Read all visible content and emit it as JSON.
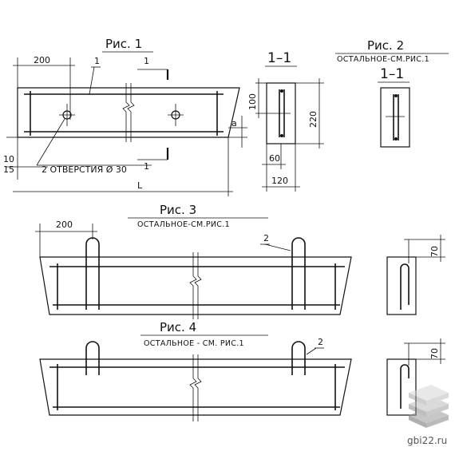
{
  "fig1": {
    "caption": "Рис. 1",
    "dim_200": "200",
    "dim_10": "10",
    "dim_15": "15",
    "dim_L": "L",
    "dim_a": "a",
    "holes_note": "2 ОТВЕРСТИЯ Ø 30",
    "pos_1": "1",
    "cut_1_top": "1",
    "cut_1_bottom": "1"
  },
  "section_1_1": {
    "title": "1–1",
    "dim_100": "100",
    "dim_220": "220",
    "dim_60": "60",
    "dim_120": "120"
  },
  "fig2": {
    "caption": "Рис. 2",
    "subtitle": "ОСТАЛЬНОЕ-СМ.РИС.1",
    "section_title": "1–1"
  },
  "fig3": {
    "caption": "Рис. 3",
    "subtitle": "ОСТАЛЬНОЕ-СМ.РИС.1",
    "dim_200": "200",
    "pos_2": "2",
    "dim_70": "70"
  },
  "fig4": {
    "caption": "Рис. 4",
    "subtitle": "ОСТАЛЬНОЕ - СМ. РИС.1",
    "pos_2": "2",
    "dim_70": "70"
  },
  "watermark": {
    "text": "gbi22.ru",
    "icon": "stacked-slabs-logo-icon"
  }
}
